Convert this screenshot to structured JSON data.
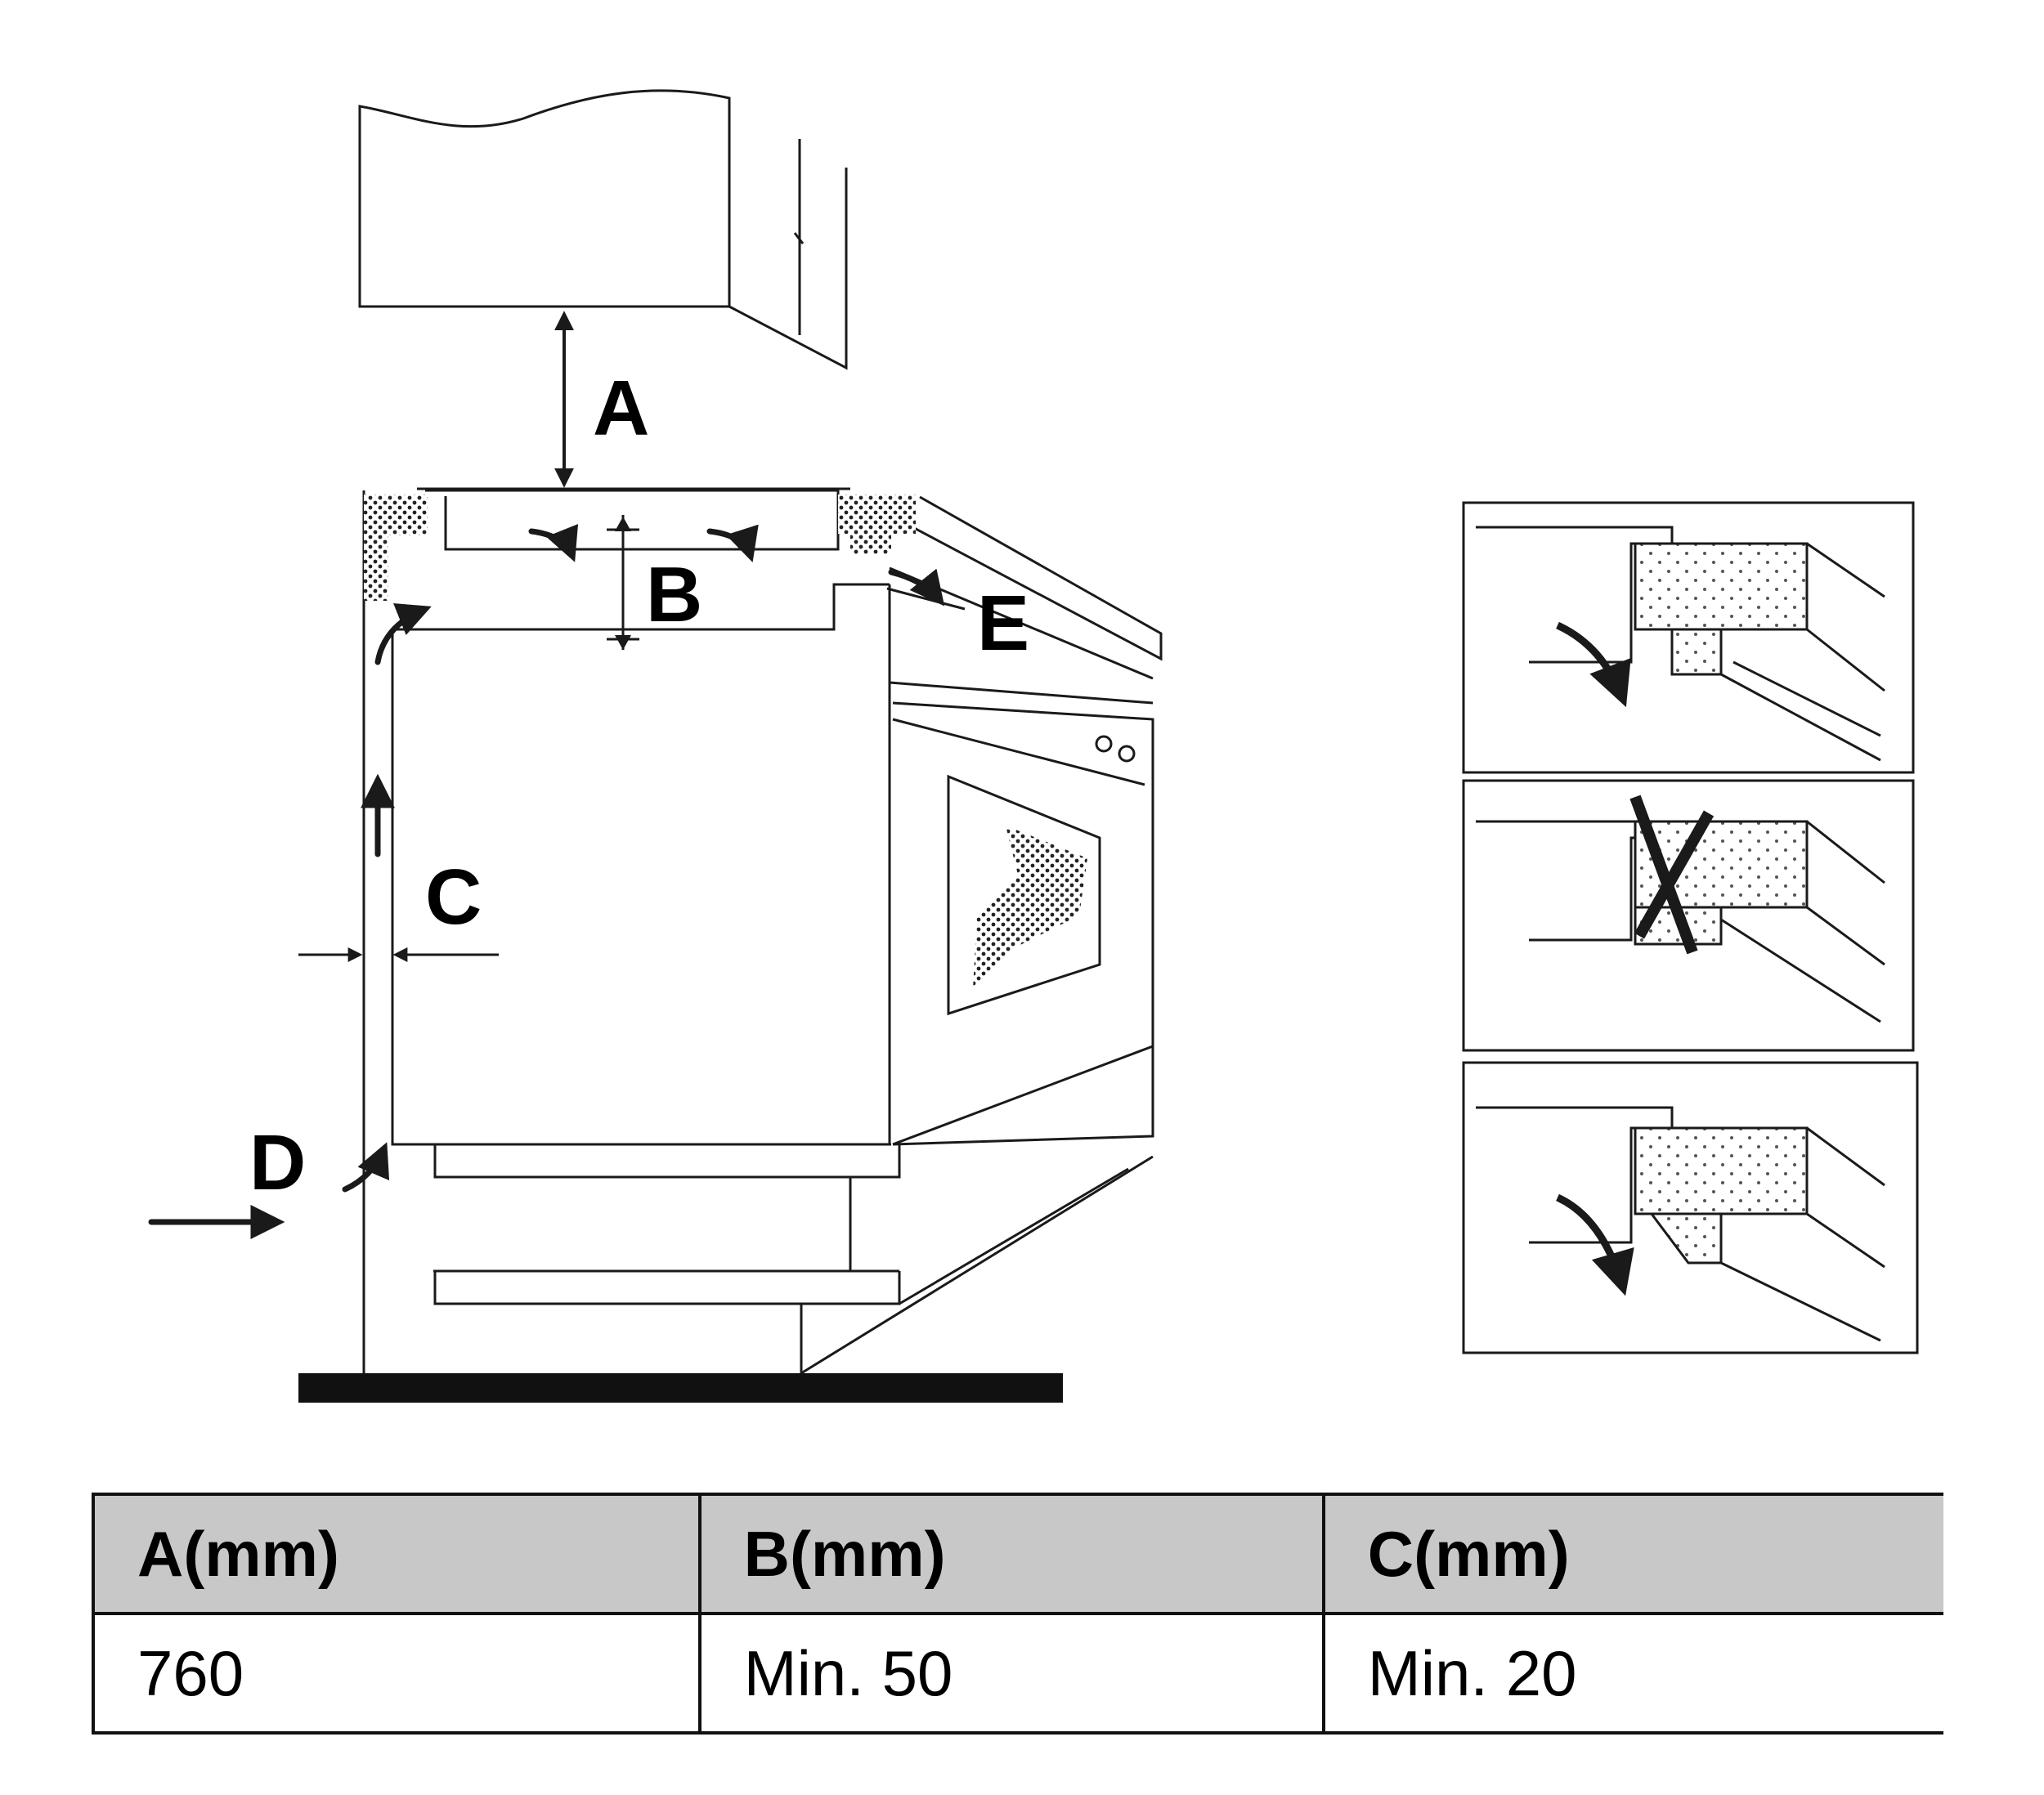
{
  "labels": {
    "a": "A",
    "b": "B",
    "c": "C",
    "d": "D",
    "e": "E"
  },
  "table": {
    "headers": [
      "A(mm)",
      "B(mm)",
      "C(mm)"
    ],
    "values": [
      "760",
      "Min. 50",
      "Min. 20"
    ]
  },
  "colors": {
    "line": "#1a1a1a",
    "header_fill": "#c8c8c8",
    "floor": "#111111"
  },
  "icons": {
    "airflow": "curved-arrow-icon",
    "dimension": "double-arrow-icon",
    "invalid": "cross-mark-icon"
  }
}
